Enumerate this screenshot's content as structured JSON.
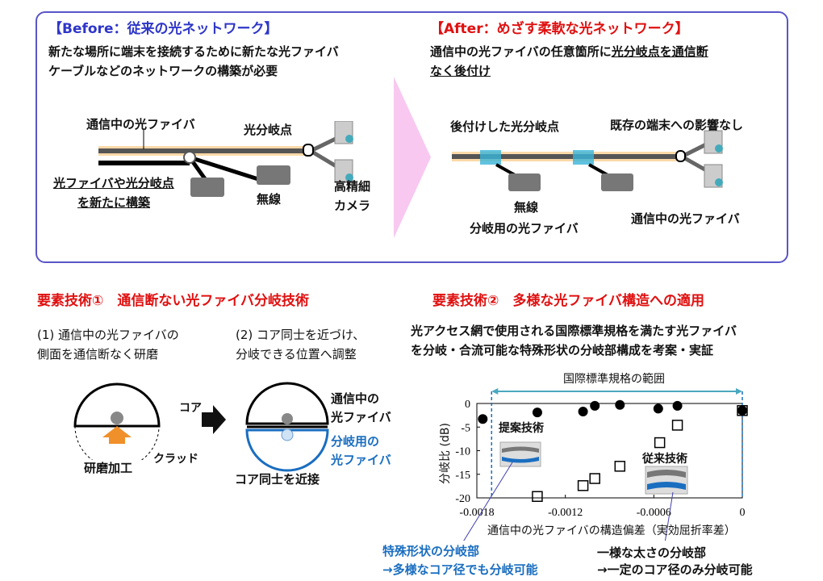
{
  "before": {
    "title": "【Before：従来の光ネットワーク】",
    "desc1": "新たな場所に端末を接続するために新たな光ファイバ",
    "desc2": "ケーブルなどのネットワークの構築が必要",
    "labels": {
      "fiber": "通信中の光ファイバ",
      "branch_point": "光分岐点",
      "new1": "光ファイバや光分岐点",
      "new2": "を新たに構築",
      "wireless": "無線",
      "camera1": "高精細",
      "camera2": "カメラ"
    }
  },
  "after": {
    "title": "【After：めざす柔軟な光ネットワーク】",
    "desc1a": "通信中の光ファイバの任意箇所に",
    "desc1b": "光分岐点を通信断",
    "desc2": "なく後付け",
    "labels": {
      "added": "後付けした光分岐点",
      "no_impact": "既存の端末への影響なし",
      "wireless": "無線",
      "branch_fiber": "分岐用の光ファイバ",
      "fiber": "通信中の光ファイバ"
    }
  },
  "tech1": {
    "heading": "要素技術①　通信断ない光ファイバ分岐技術",
    "step1a": "(1) 通信中の光ファイバの",
    "step1b": "側面を通信断なく研磨",
    "step2a": "(2) コア同士を近づけ、",
    "step2b": "分岐できる位置へ調整",
    "labels": {
      "core": "コア",
      "clad": "クラッド",
      "polish": "研磨加工",
      "live1": "通信中の",
      "live2": "光ファイバ",
      "br1": "分岐用の",
      "br2": "光ファイバ",
      "close": "コア同士を近接"
    }
  },
  "tech2": {
    "heading": "要素技術②　多様な光ファイバ構造への適用",
    "desc1": "光アクセス網で使用される国際標準規格を満たす光ファイバ",
    "desc2": "を分岐・合流可能な特殊形状の分岐部構成を考案・実証",
    "proposed": "提案技術",
    "conventional": "従来技術",
    "note_left1": "特殊形状の分岐部",
    "note_left2": "→多様なコア径でも分岐可能",
    "note_right1": "一様な太さの分岐部",
    "note_right2": "→一定のコア径のみ分岐可能"
  },
  "chart_data": {
    "type": "scatter",
    "title": "国際標準規格の範囲",
    "xlabel": "通信中の光ファイバの構造偏差（実効屈折率差）",
    "ylabel": "分岐比 (dB)",
    "xlim": [
      -0.0018,
      0
    ],
    "ylim": [
      -20,
      0
    ],
    "xticks": [
      "-0.0018",
      "-0.0012",
      "-0.0006",
      "0"
    ],
    "yticks": [
      "0",
      "-5",
      "-10",
      "-15",
      "-20"
    ],
    "standard_range": [
      -0.0017,
      0
    ],
    "series": [
      {
        "name": "提案技術",
        "marker": "filled-circle",
        "x": [
          -0.00176,
          -0.00139,
          -0.00108,
          -0.001,
          -0.00083,
          -0.00057,
          -0.00044,
          0
        ],
        "y": [
          -3.3,
          -1.9,
          -1.7,
          -0.5,
          -0.3,
          -1.1,
          -0.5,
          -1.5
        ]
      },
      {
        "name": "従来技術",
        "marker": "open-square",
        "x": [
          -0.00139,
          -0.00108,
          -0.001,
          -0.00083,
          -0.00056,
          -0.00044,
          0
        ],
        "y": [
          -19.7,
          -17.4,
          -15.9,
          -13.3,
          -8.3,
          -4.6,
          -1.5
        ]
      }
    ]
  },
  "colors": {
    "before": "#2e36c8",
    "after": "#e01010",
    "accent": "#1a6ec0",
    "frame": "#5a55c8"
  }
}
